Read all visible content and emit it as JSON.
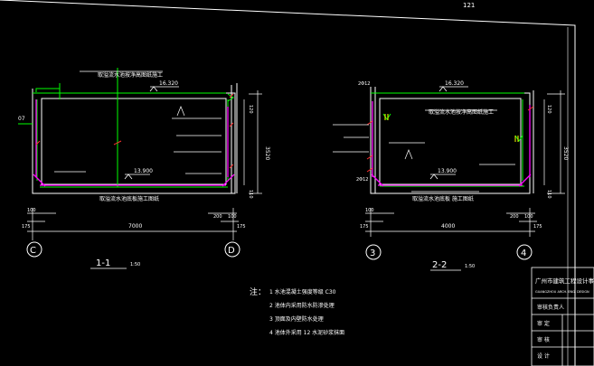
{
  "drawing": {
    "corner_code": "121",
    "colors": {
      "background": "#000000",
      "white": "#ffffff",
      "green": "#00ff00",
      "magenta": "#ff00ff",
      "red": "#ff3030",
      "yellow": "#ffff00"
    },
    "section_1": {
      "leader_top": "取溢流水池按净高图纸施工",
      "elev_top": "16.320",
      "elev_bottom": "13.900",
      "leader_bottom": "取溢流水池底板施工图纸",
      "left_mark": "07",
      "dim_total": "7000",
      "dim_left_a": "175",
      "dim_left_b": "100",
      "dim_right_a": "200",
      "dim_right_b": "100",
      "dim_right_c": "175",
      "dim_height": "3520",
      "dim_h1": "120",
      "dim_h2": "110",
      "axis_left": "C",
      "axis_right": "D",
      "title": "1-1",
      "scale": "1:50"
    },
    "section_2": {
      "leader_top": "取溢流水池按净高图纸施工",
      "elev_top": "16.320",
      "elev_bottom": "13.900",
      "leader_bottom": "取溢流水池底板 施工图纸",
      "dim_total": "4000",
      "dim_left_a": "175",
      "dim_left_b": "100",
      "dim_right_a": "200",
      "dim_right_b": "100",
      "dim_right_c": "175",
      "dim_height": "3520",
      "dim_h1": "120",
      "dim_h2": "110",
      "tag_a": "2Φ12",
      "tag_b": "2Φ12",
      "axis_left": "3",
      "axis_right": "4",
      "title": "2-2",
      "scale": "1:50"
    },
    "notes": {
      "label": "注：",
      "items": [
        "1  水池混凝土强度等级     C30",
        "2  池体内采用防水防渗处理",
        "3  顶面及内壁防水处理",
        "4  池体外采用   12  水泥砂浆抹面"
      ]
    },
    "title_block": {
      "company": "广州市建筑工程设计事务所",
      "company_sub": "GUANGZHOU ARCH. ENG. DESIGN",
      "rows": [
        "审核负责人",
        "审    定",
        "审    核",
        "设    计"
      ]
    }
  }
}
